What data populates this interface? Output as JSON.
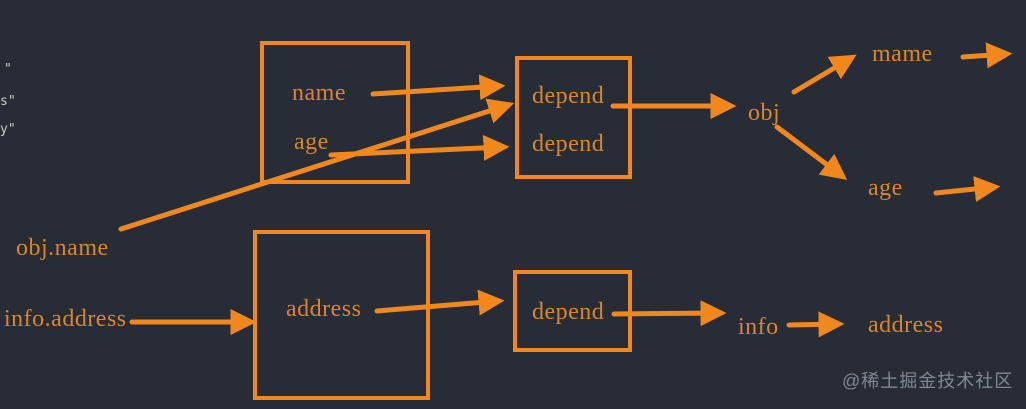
{
  "colors": {
    "background": "#272c37",
    "accent_orange": "#f1881d",
    "label_orange": "#dd8629",
    "code_fragment_gray": "#c6cdc3",
    "watermark_gray": "#7f8893"
  },
  "code_fragments": {
    "f1": "\"",
    "f2": "s\"",
    "f3": "y\""
  },
  "top_flow": {
    "source_box": {
      "name": "name",
      "age": "age"
    },
    "depend_box": {
      "depend1": "depend",
      "depend2": "depend"
    },
    "obj": "obj",
    "mame": "mame",
    "age": "age"
  },
  "left_labels": {
    "obj_name": "obj.name",
    "info_address": "info.address"
  },
  "bottom_flow": {
    "address_box": "address",
    "depend_box": "depend",
    "info": "info",
    "address": "address"
  },
  "edges": [
    {
      "from": "name",
      "to": "depend-top-1"
    },
    {
      "from": "obj.name",
      "to": "depend-top-1"
    },
    {
      "from": "age",
      "to": "depend-top-2"
    },
    {
      "from": "depend-top-1",
      "to": "obj"
    },
    {
      "from": "obj",
      "to": "mame"
    },
    {
      "from": "mame",
      "to": "off-right"
    },
    {
      "from": "obj",
      "to": "age"
    },
    {
      "from": "age",
      "to": "off-right"
    },
    {
      "from": "info.address",
      "to": "address-box"
    },
    {
      "from": "address-box",
      "to": "depend-bottom"
    },
    {
      "from": "depend-bottom",
      "to": "info"
    },
    {
      "from": "info",
      "to": "address"
    }
  ],
  "watermark": "@稀土掘金技术社区"
}
